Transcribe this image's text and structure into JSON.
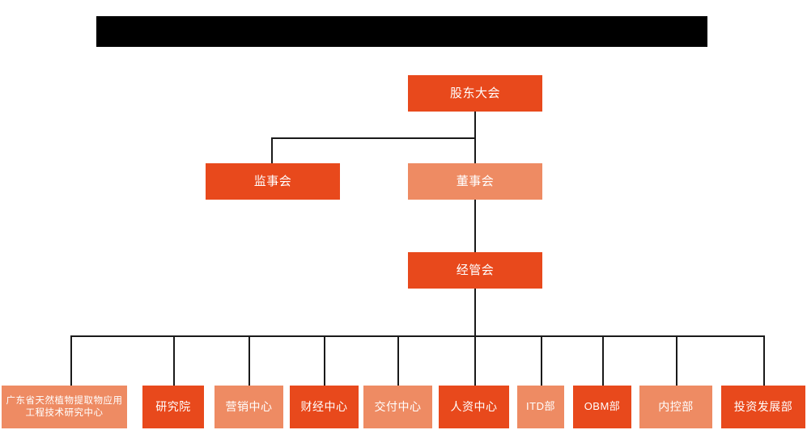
{
  "diagram": {
    "type": "org-chart",
    "title_bar": {
      "name": "redacted-title-bar",
      "text": "",
      "redacted": true,
      "color": "#000000"
    },
    "colors": {
      "background": "#FFFFFF",
      "node_primary": "#E8491C",
      "node_secondary": "#EE8B63",
      "node_text": "#FFFFFF",
      "connector": "#1A1A1A"
    },
    "levels": [
      {
        "level": 1,
        "nodes": [
          {
            "id": "shareholders-meeting",
            "label": "股东大会",
            "tone": "dark"
          }
        ]
      },
      {
        "level": 2,
        "nodes": [
          {
            "id": "board-of-supervisors",
            "label": "监事会",
            "tone": "dark"
          },
          {
            "id": "board-of-directors",
            "label": "董事会",
            "tone": "light"
          }
        ]
      },
      {
        "level": 3,
        "nodes": [
          {
            "id": "management-committee",
            "label": "经管会",
            "tone": "dark"
          }
        ]
      },
      {
        "level": 4,
        "nodes": [
          {
            "id": "gd-plant-extract-center",
            "label": "广东省天然植物提取物应用工程技术研究中心",
            "tone": "light"
          },
          {
            "id": "research-institute",
            "label": "研究院",
            "tone": "dark"
          },
          {
            "id": "marketing-center",
            "label": "营销中心",
            "tone": "light"
          },
          {
            "id": "finance-center",
            "label": "财经中心",
            "tone": "dark"
          },
          {
            "id": "delivery-center",
            "label": "交付中心",
            "tone": "light"
          },
          {
            "id": "hr-center",
            "label": "人资中心",
            "tone": "dark"
          },
          {
            "id": "itd-department",
            "label": "ITD部",
            "tone": "light"
          },
          {
            "id": "obm-department",
            "label": "OBM部",
            "tone": "dark"
          },
          {
            "id": "internal-control-department",
            "label": "内控部",
            "tone": "light"
          },
          {
            "id": "investment-development-department",
            "label": "投资发展部",
            "tone": "dark"
          }
        ]
      }
    ]
  }
}
